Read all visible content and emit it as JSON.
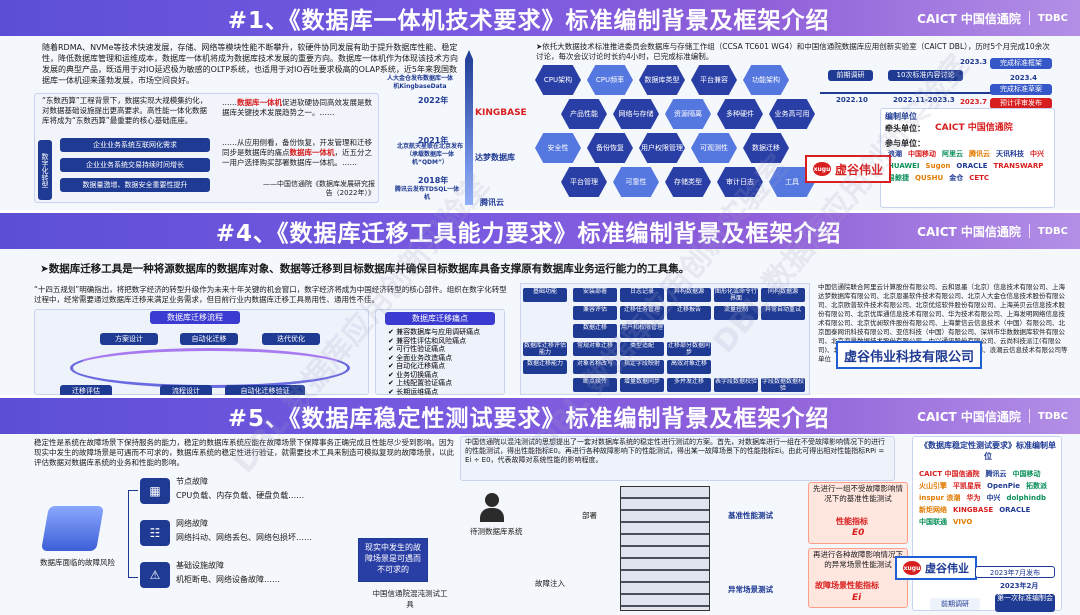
{
  "brand": {
    "caict": "CAICT 中国信通院",
    "tdbc": "TDBC"
  },
  "panel1": {
    "title": "#1、《数据库一体机技术要求》标准编制背景及框架介绍",
    "intro": "随着RDMA、NVMe等技术快速发展，存储、网络等模块性能不断攀升，软硬件协同发展有助于提升数据库性能、稳定性，降低数据库管理和运维成本，数据库一体机将成为数据库技术发展的重要方向。数据库一体机作为体现该技术方向发展的典型产品，既适用于对IO延迟极为敏感的OLTP系统，也适用于对IO吞吐要求极高的OLAP系统，近5年来我国数据库一体机迎来蓬勃发展，市场空间良好。",
    "quote1": "“东数西算”工程背景下，数据实现大规模集约化，对数据基础设施提出更高要求。高性能一体化数据库将成为“东数西算”最重要的核心基础底座。",
    "side_tag": "数字化转型",
    "blocks": [
      "企业业务系统互联网化需求",
      "企业业务系统交易持续时间增长",
      "数据量激增、数据安全重要性提升"
    ],
    "quote2_a": "……",
    "quote2_red": "数据库一体机",
    "quote2_b": "促进软硬协同高效发展是数据库关键技术发展趋势之一。……",
    "quote3_a": "……从应用侧看，备份恢复，开发管理和迁移同步是数据库的痛点",
    "quote3_red": "数据库一体机",
    "quote3_b": "，近五分之一用户选择购买部署数据库一体机。……",
    "source": "——中国信通院《数据库发展研究报告（2022年）》",
    "timeline": [
      {
        "year": "2022年",
        "org": "KINGBASE"
      },
      {
        "year": "2021年",
        "org": "达梦数据库"
      },
      {
        "year": "2018年",
        "org": "腾讯云"
      }
    ],
    "tl_notes": [
      "人大金仓发布数据库一体机KingbaseData",
      "北京航天星联在北京发布（承载数据库一体机“QDM”）",
      "腾讯云发布TDSQL一体机"
    ],
    "right_intro": "➤依托大数据技术标准推进委员会数据库与存储工作组（CCSA TC601 WG4）和中国信通院数据库应用创新实验室（CAICT DBL），历时5个月完成10余次讨论，每次会议讨论时长约4小时，已完成标准编制。",
    "hexes": [
      "CPU架构",
      "CPU频率",
      "数据库类型",
      "平台兼容",
      "功能架构",
      "产品性能",
      "网络与存储",
      "资源隔离",
      "多种硬件",
      "业务高可用",
      "安全性",
      "备份恢复",
      "用户权限管理",
      "可观测性",
      "数据迁移",
      "平台管理",
      "可靠性",
      "存储类型",
      "审计日志",
      "工具"
    ],
    "milestones": [
      {
        "date": "2022.10",
        "label": "前期调研"
      },
      {
        "date": "2022.11-2023.3",
        "label": "10次标准内容讨论"
      },
      {
        "date": "2023.3",
        "label": "完成标准框架"
      },
      {
        "date": "2023.4",
        "label": "完成标准草案"
      },
      {
        "date": "2023.7",
        "label": "预计评审发布"
      }
    ],
    "unit_title": "编制单位",
    "lead_label": "牵头单位：",
    "lead": "CAICT 中国信通院",
    "part_label": "参与单位：",
    "partners": [
      "浪潮",
      "中国移动",
      "阿里云",
      "腾讯云",
      "天讯科技",
      "中兴",
      "HUAWEI",
      "Sugon",
      "ORACLE",
      "TRANSWARP",
      "易鲸捷",
      "QUSHU",
      "金仓",
      "CETC"
    ],
    "stamp": "虚谷伟业"
  },
  "panel2": {
    "title": "#4、《数据库迁移工具能力要求》标准编制背景及框架介绍",
    "lead": "➤数据库迁移工具是一种将源数据库的数据库对象、数据等迁移到目标数据库并确保目标数据库具备支撑原有数据库业务运行能力的工具集。",
    "bg": "“十四五规划”明确指出，将把数字经济的转型升级作为未来十年关键的机会窗口，数字经济将成为中国经济转型的核心部件。组织在数字化转型过程中，经常需要通过数据库迁移来满足业务需求，但目前行业内数据库迁移工具易用性、通用性不佳。",
    "flow_title": "数据库迁移流程",
    "flow": [
      "方案设计",
      "自动化迁移",
      "迭代优化",
      "迁移评估",
      "流程设计",
      "自动化迁移验证"
    ],
    "pain_title": "数据库迁移痛点",
    "pains": [
      "兼容数据库与应用调研痛点",
      "兼容性评估和风险痛点",
      "可行性验证痛点",
      "全面业务改造痛点",
      "自动化迁移痛点",
      "业务切换痛点",
      "上线配置验证痛点",
      "长期运维痛点"
    ],
    "rows": [
      {
        "label": "基础功能",
        "items": [
          "安装部署",
          "日志记录",
          "异构数据源",
          "图形化或命令行界面",
          "同构数据源"
        ]
      },
      {
        "label": "",
        "items": [
          "兼容评估",
          "迁移任务管理",
          "迁移报告",
          "流量控制",
          "异常自动重试"
        ]
      },
      {
        "label": "",
        "items": [
          "数据迁移",
          "用户和权限管理"
        ]
      },
      {
        "label": "数据库迁移评估能力",
        "items": [
          "常规对象迁移",
          "类型适配",
          "迁移部分数据同步"
        ]
      },
      {
        "label": "数据迁移能力",
        "items": [
          "对象名称改写",
          "指定字段映射",
          "高效对象迁移"
        ]
      },
      {
        "label": "",
        "items": [
          "断点续传",
          "增量数据同步",
          "多并发迁移",
          "表字段数据校验",
          "字段数据数据校验"
        ]
      }
    ],
    "units": "中国信通院联合阿里云计算股份有限公司、云和恩墨（北京）信息技术有限公司、上海达梦数据库有限公司、北京恩墨软件技术有限公司、北京人大金仓信息技术股份有限公司、北京欧普软件技术有限公司、北京优炫软件股份有限公司、上海英贝云信息技术股份有限公司、北京优库通信息技术有限公司、华为技术有限公司、上海发明网络信息技术有限公司、北京优昶软件股份有限公司、上海蒙信云信息技术（中国）有限公司、北京国泰网讯科技有限公司、亚信科技（中国）有限公司、深圳市华数数据库软件有限公司、北京海量数据技术股份有限公司、中兴通讯股份有限公司、云尚科技派江(有限公司)、北京东方金信科技有限公司、中国电信股份有限公司、浪潮云信息技术有限公司等单位",
    "stamp": "虚谷伟业科技有限公司"
  },
  "panel3": {
    "title": "#5、《数据库稳定性测试要求》标准编制背景及框架介绍",
    "intro": "稳定性是系统在故障场景下保持服务的能力，稳定的数据库系统应能在故障场景下保障事务正确完成且性能尽少受到影响。因为现实中发生的故障场景是可遇而不可求的，数据库系统的稳定性进行验证，就需要技术工具来制造可模拟复现的故障场景，以此评估数据对数据库系统的业务和性能的影响。",
    "risk_label": "数据库面临的故障风险",
    "risks": [
      {
        "name": "节点故障",
        "desc": "CPU负载、内存负载、硬盘负载……"
      },
      {
        "name": "网络故障",
        "desc": "网络抖动、网络丢包、网络包损坏……"
      },
      {
        "name": "基础设施故障",
        "desc": "机柜断电、网络设备故障……"
      }
    ],
    "scene_box": "现实中发生的故障场景是可遇而不可求的",
    "tool_label": "中国信通院混沌测试工具",
    "method": "中国信通院以混沌测试的思想提出了一套对数据库系统的稳定性进行测试的方案。首先，对数据库进行一组在不受故障影响情况下的进行的性能测试，得出性能指标E0。再进行各种故障影响下的性能测试，得出某一故障场景下的性能指标Ei。由此可得出相对性能指标RPi = Ei ÷ E0，代表故障对系统性能的影响程度。",
    "diagram": {
      "system": "待测数据库系统",
      "deploy": "部署",
      "inject": "故障注入",
      "base": "基准性能测试",
      "abnormal": "异常场景测试"
    },
    "step1": "先进行一组不受故障影响情况下的基准性能测试",
    "e0_label": "性能指标",
    "e0": "E0",
    "step2": "再进行各种故障影响情况下的异常场景性能测试",
    "ei_label": "故障场景性能指标",
    "ei": "Ei",
    "unit_title": "《数据库稳定性测试要求》标准编制单位",
    "partners": [
      "CAICT 中国信通院",
      "腾讯云",
      "中国移动",
      "火山引擎",
      "平凯星辰",
      "OpenPie",
      "拓数派",
      "inspur 浪潮",
      "华为",
      "中兴",
      "dolphindb",
      "新炬网络",
      "KINGBASE",
      "ORACLE",
      "中国联通",
      "VIVO"
    ],
    "stamp": "虚谷伟业",
    "release": "2023年7月发布",
    "t_date": "2023年2月",
    "t1": "前期调研",
    "t2": "第一次标准编制会"
  },
  "watermark": "DBL 数据库应用创新实验室"
}
